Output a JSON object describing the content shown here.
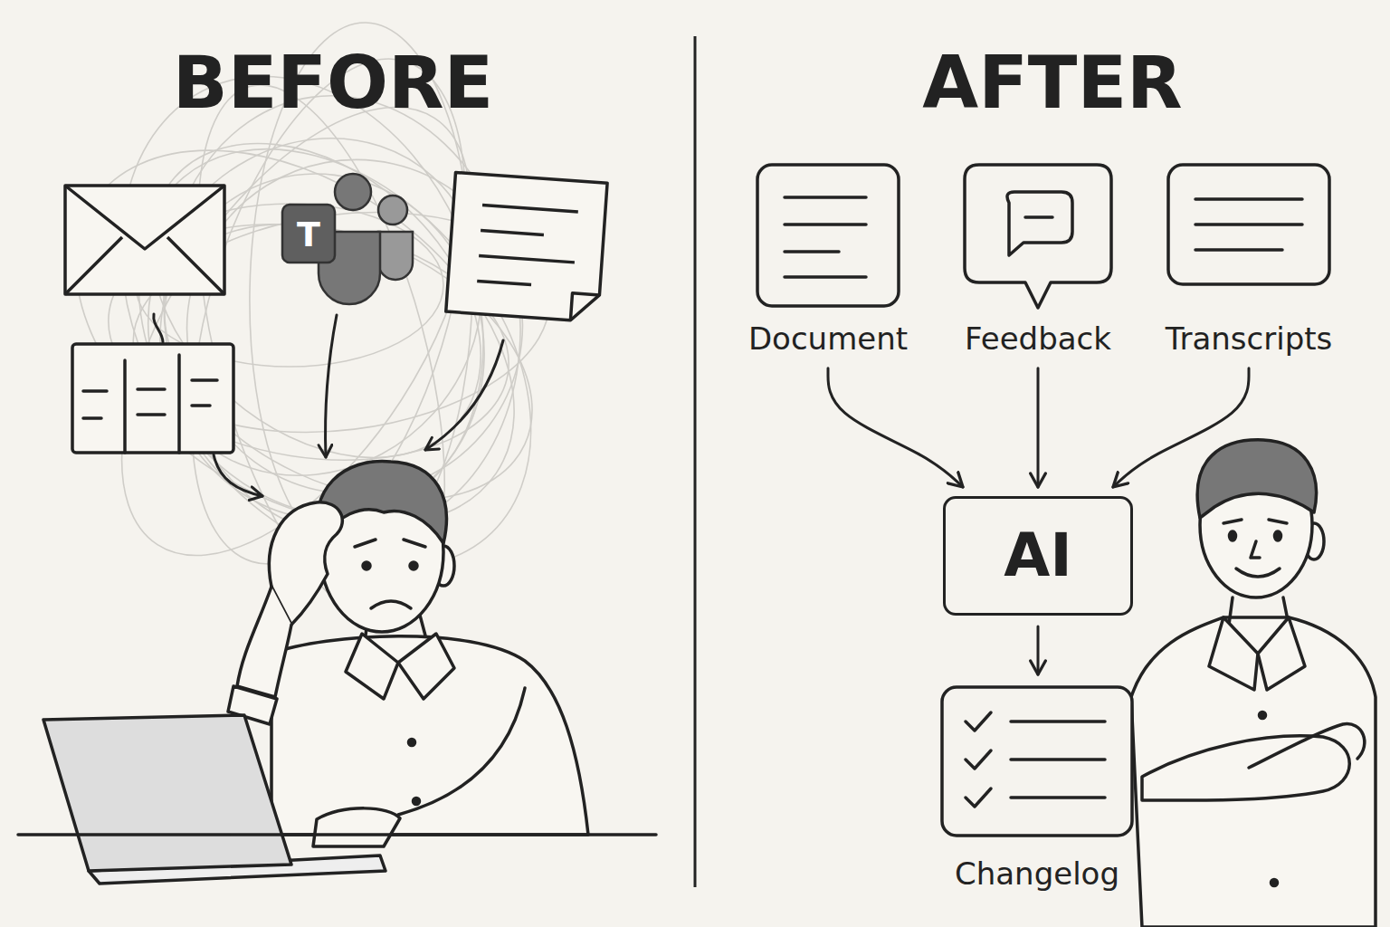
{
  "diagram": {
    "nodes": [
      {
        "text": [
          "Document"
        ]
      },
      {
        "text": [
          "Feedback"
        ]
      },
      {
        "text": [
          "Transcripts"
        ]
      },
      {
        "text": [
          "AI"
        ]
      },
      {
        "text": [
          "Changelog"
        ]
      }
    ],
    "edges": [
      {
        "from": 0,
        "to": 3,
        "arrow": "to"
      },
      {
        "from": 1,
        "to": 3,
        "arrow": "to"
      },
      {
        "from": 2,
        "to": 3,
        "arrow": "to"
      },
      {
        "from": 3,
        "to": 4,
        "arrow": "to"
      }
    ],
    "labels": [
      "BEFORE",
      "AFTER",
      "T"
    ]
  }
}
